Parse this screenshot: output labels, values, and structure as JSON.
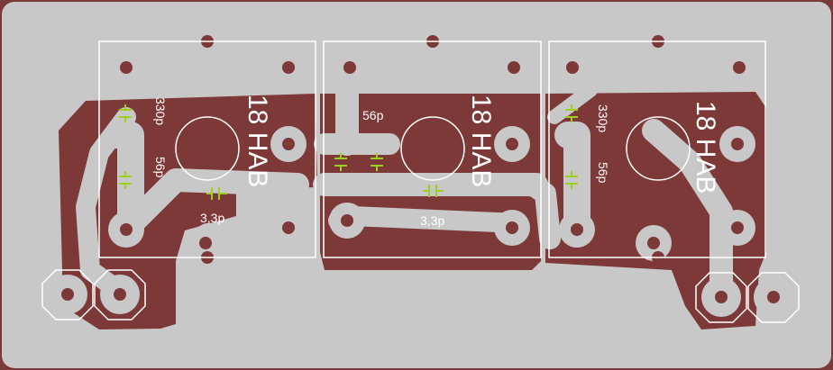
{
  "colors": {
    "copper": "#7d3838",
    "board_outer": "#7a3a3a",
    "substrate": "#c8c8c8",
    "silkscreen": "#ffffff",
    "smd_mark": "#9bd022"
  },
  "modules": [
    {
      "name": "18 HAB",
      "cap_top": "330p",
      "cap_mid": "56p",
      "cap_series": "3,3p"
    },
    {
      "name": "18 HAB",
      "cap_top": "56p",
      "cap_series": "3,3p"
    },
    {
      "name": "18 HAB",
      "cap_top": "330p",
      "cap_mid": "56p"
    }
  ]
}
